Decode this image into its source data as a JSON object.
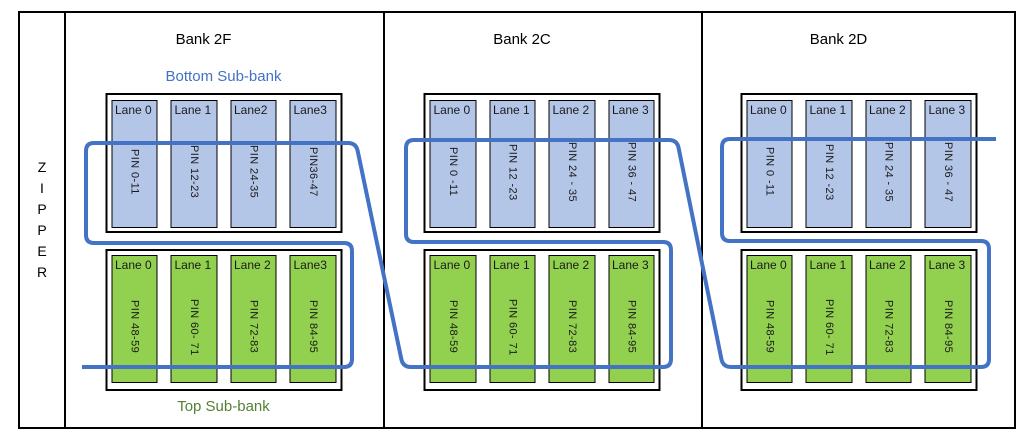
{
  "zipper": {
    "letters": [
      "Z",
      "I",
      "P",
      "P",
      "E",
      "R"
    ]
  },
  "banks": [
    {
      "title": "Bank 2F",
      "bottom_subbank_label": "Bottom Sub-bank",
      "top_subbank_label": "Top Sub-bank",
      "blue_lanes": [
        {
          "label": "Lane 0",
          "pin": "PIN 0-11"
        },
        {
          "label": "Lane 1",
          "pin": "PIN 12-23"
        },
        {
          "label": "Lane2",
          "pin": "PIN 24-35"
        },
        {
          "label": "Lane3",
          "pin": "PIN36-47"
        }
      ],
      "green_lanes": [
        {
          "label": "Lane 0",
          "pin": "PIN 48-59"
        },
        {
          "label": "Lane 1",
          "pin": "PIN 60- 71"
        },
        {
          "label": "Lane 2",
          "pin": "PIN 72-83"
        },
        {
          "label": "Lane3",
          "pin": "PIN 84-95"
        }
      ]
    },
    {
      "title": "Bank 2C",
      "blue_lanes": [
        {
          "label": "Lane 0",
          "pin": "PIN 0 -11"
        },
        {
          "label": "Lane 1",
          "pin": "PIN 12 -23"
        },
        {
          "label": "Lane 2",
          "pin": "PIN 24 - 35"
        },
        {
          "label": "Lane 3",
          "pin": "PIN 36 - 47"
        }
      ],
      "green_lanes": [
        {
          "label": "Lane 0",
          "pin": "PIN 48-59"
        },
        {
          "label": "Lane 1",
          "pin": "PIN 60- 71"
        },
        {
          "label": "Lane 2",
          "pin": "PIN 72-83"
        },
        {
          "label": "Lane 3",
          "pin": "PIN 84-95"
        }
      ]
    },
    {
      "title": "Bank 2D",
      "blue_lanes": [
        {
          "label": "Lane 0",
          "pin": "PIN 0 -11"
        },
        {
          "label": "Lane 1",
          "pin": "PIN 12 -23"
        },
        {
          "label": "Lane 2",
          "pin": "PIN 24 - 35"
        },
        {
          "label": "Lane 3",
          "pin": "PIN 36 - 47"
        }
      ],
      "green_lanes": [
        {
          "label": "Lane 0",
          "pin": "PIN 48-59"
        },
        {
          "label": "Lane 1",
          "pin": "PIN 60- 71"
        },
        {
          "label": "Lane 2",
          "pin": "PIN 72-83"
        },
        {
          "label": "Lane 3",
          "pin": "PIN 84-95"
        }
      ]
    }
  ],
  "colors": {
    "blue_lane_fill": "#b4c6e7",
    "green_lane_fill": "#92d050",
    "zipper_line": "#4472c4",
    "bottom_subbank_text": "#4472c4",
    "top_subbank_text": "#538135"
  }
}
